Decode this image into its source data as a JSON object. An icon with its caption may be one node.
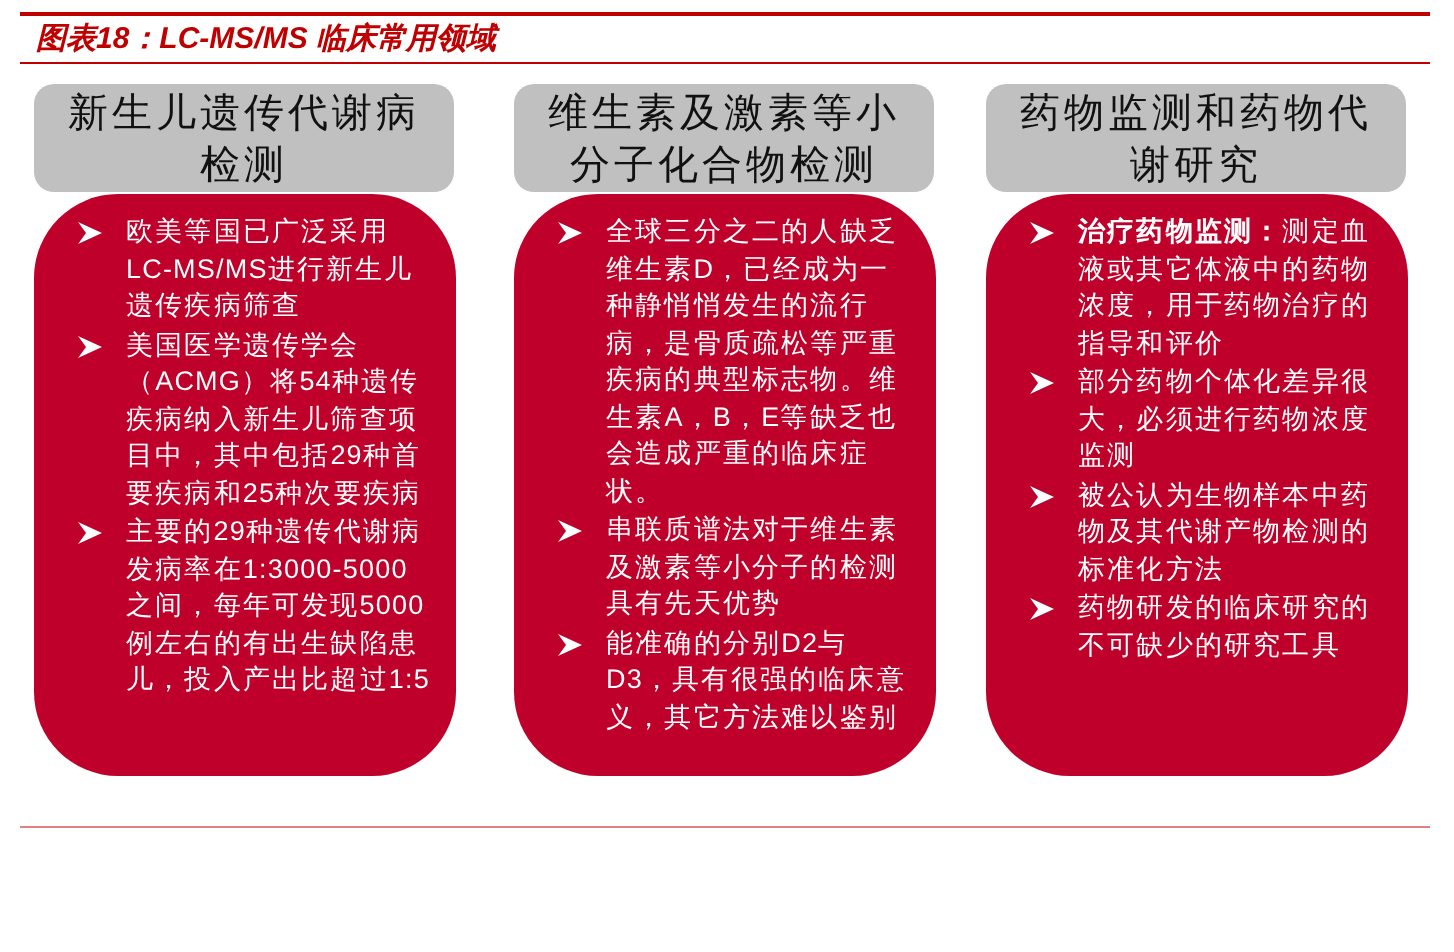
{
  "diagram": {
    "title": "图表18：LC-MS/MS 临床常用领域",
    "nodes": [
      {
        "text": [
          "新生儿遗传代谢病检测"
        ]
      },
      {
        "text": [
          "欧美等国已广泛采用LC-MS/MS进行新生儿遗传疾病筛查",
          "美国医学遗传学会（ACMG）将54种遗传疾病纳入新生儿筛查项目中，其中包括29种首要疾病和25种次要疾病",
          "主要的29种遗传代谢病发病率在1:3000-5000之间，每年可发现5000例左右的有出生缺陷患儿，投入产出比超过1:5"
        ]
      },
      {
        "text": [
          "维生素及激素等小分子化合物检测"
        ]
      },
      {
        "text": [
          "全球三分之二的人缺乏维生素D，已经成为一种静悄悄发生的流行病，是骨质疏松等严重疾病的典型标志物。维生素A，B，E等缺乏也会造成严重的临床症状。",
          "串联质谱法对于维生素及激素等小分子的检测具有先天优势",
          "能准确的分别D2与D3，具有很强的临床意义，其它方法难以鉴别"
        ]
      },
      {
        "text": [
          "药物监测和药物代谢研究"
        ]
      },
      {
        "text": [
          "**治疗药物监测：**测定血液或其它体液中的药物浓度，用于药物治疗的指导和评价",
          "部分药物个体化差异很大，必须进行药物浓度监测",
          "被公认为生物样本中药物及其代谢产物检测的标准化方法",
          "药物研发的临床研究的不可缺少的研究工具"
        ]
      }
    ],
    "edges": []
  }
}
